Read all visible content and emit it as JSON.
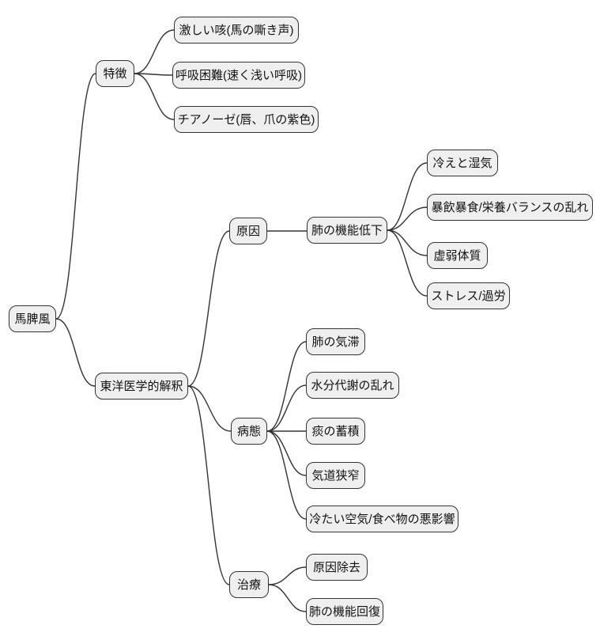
{
  "colors": {
    "background": "#ffffff",
    "node_fill": "#efefef",
    "node_border": "#333333",
    "edge": "#333333",
    "text": "#111111"
  },
  "diagram": {
    "type": "mindmap-tree",
    "direction": "left-to-right",
    "nodes": [
      {
        "id": "root",
        "label": "馬脾風"
      },
      {
        "id": "features",
        "label": "特徴"
      },
      {
        "id": "severe-cough",
        "label": "激しい咳(馬の嘶き声)"
      },
      {
        "id": "dyspnea",
        "label": "呼吸困難(速く浅い呼吸)"
      },
      {
        "id": "cyanosis",
        "label": "チアノーゼ(唇、爪の紫色)"
      },
      {
        "id": "tcm-interpretation",
        "label": "東洋医学的解釈"
      },
      {
        "id": "cause",
        "label": "原因"
      },
      {
        "id": "lung-decline",
        "label": "肺の機能低下"
      },
      {
        "id": "cold-damp",
        "label": "冷えと湿気"
      },
      {
        "id": "overeating",
        "label": "暴飲暴食/栄養バランスの乱れ"
      },
      {
        "id": "weak-constitution",
        "label": "虚弱体質"
      },
      {
        "id": "stress-overwork",
        "label": "ストレス/過労"
      },
      {
        "id": "pathology",
        "label": "病態"
      },
      {
        "id": "lung-qi-stagnation",
        "label": "肺の気滞"
      },
      {
        "id": "water-metabolism",
        "label": "水分代謝の乱れ"
      },
      {
        "id": "phlegm-accumulation",
        "label": "痰の蓄積"
      },
      {
        "id": "airway-narrowing",
        "label": "気道狭窄"
      },
      {
        "id": "cold-air-food",
        "label": "冷たい空気/食べ物の悪影響"
      },
      {
        "id": "treatment",
        "label": "治療"
      },
      {
        "id": "cause-removal",
        "label": "原因除去"
      },
      {
        "id": "lung-recovery",
        "label": "肺の機能回復"
      }
    ],
    "edges": [
      {
        "from": "root",
        "to": "features"
      },
      {
        "from": "root",
        "to": "tcm-interpretation"
      },
      {
        "from": "features",
        "to": "severe-cough"
      },
      {
        "from": "features",
        "to": "dyspnea"
      },
      {
        "from": "features",
        "to": "cyanosis"
      },
      {
        "from": "tcm-interpretation",
        "to": "cause"
      },
      {
        "from": "tcm-interpretation",
        "to": "pathology"
      },
      {
        "from": "tcm-interpretation",
        "to": "treatment"
      },
      {
        "from": "cause",
        "to": "lung-decline"
      },
      {
        "from": "lung-decline",
        "to": "cold-damp"
      },
      {
        "from": "lung-decline",
        "to": "overeating"
      },
      {
        "from": "lung-decline",
        "to": "weak-constitution"
      },
      {
        "from": "lung-decline",
        "to": "stress-overwork"
      },
      {
        "from": "pathology",
        "to": "lung-qi-stagnation"
      },
      {
        "from": "pathology",
        "to": "water-metabolism"
      },
      {
        "from": "pathology",
        "to": "phlegm-accumulation"
      },
      {
        "from": "pathology",
        "to": "airway-narrowing"
      },
      {
        "from": "pathology",
        "to": "cold-air-food"
      },
      {
        "from": "treatment",
        "to": "cause-removal"
      },
      {
        "from": "treatment",
        "to": "lung-recovery"
      }
    ]
  }
}
